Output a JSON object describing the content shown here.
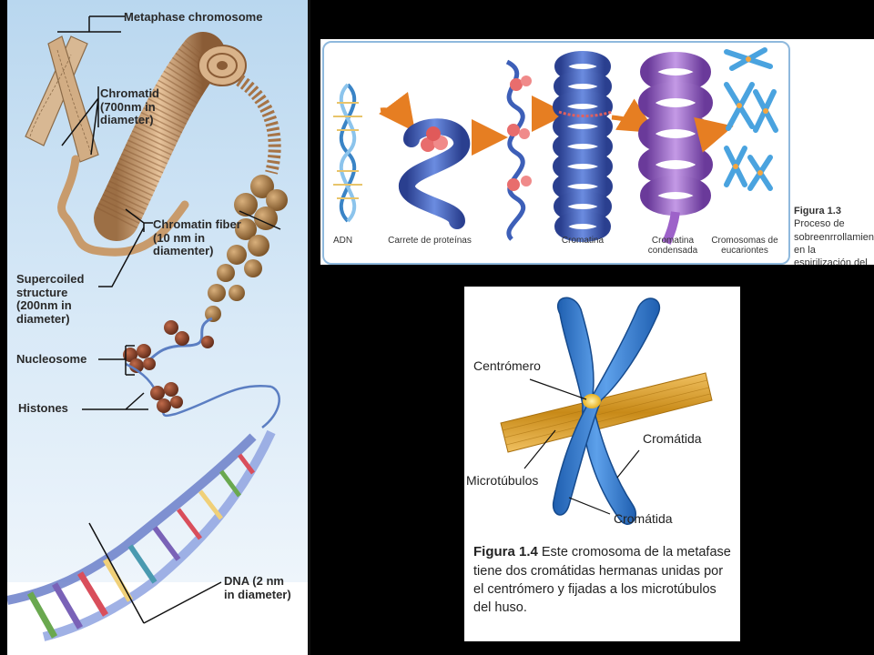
{
  "left_figure": {
    "labels": {
      "metaphase_chromosome": "Metaphase chromosome",
      "chromatid": "Chromatid (700nm in diameter)",
      "chromatin_fiber": "Chromatin fiber (10 nm in diamenter)",
      "supercoiled_structure": "Supercoiled structure (200nm in diameter)",
      "nucleosome": "Nucleosome",
      "histones": "Histones",
      "dna": "DNA (2 nm in diameter)"
    },
    "colors": {
      "background": "#c9e1f4",
      "chromatin": "#c89b6c",
      "nucleosome": "#8b4a2b"
    }
  },
  "figure_1_3": {
    "labels": {
      "adn": "ADN",
      "carrete": "Carrete de proteínas",
      "cromatina": "Cromatina",
      "cromatina_condensada": "Cromatina condensada",
      "cromosomas": "Cromosomas de eucariontes"
    },
    "caption_label": "Figura 1.3",
    "caption_text": "Proceso de sobreenrrollamiento en la espirilización del ADN.",
    "colors": {
      "frame": "#8fb9dd",
      "blue": "#3d5fb8",
      "purple": "#9d62c9",
      "arrow": "#e67e22"
    }
  },
  "figure_1_4": {
    "labels": {
      "centromero": "Centrómero",
      "cromatida_right": "Cromátida",
      "microtubulos": "Microtúbulos",
      "cromatida_bottom": "Cromátida"
    },
    "caption_label": "Figura 1.4",
    "caption_text": "Este cromosoma de la metafase tiene dos cromátidas hermanas unidas por el centrómero y fijadas a los microtúbulos del huso.",
    "colors": {
      "chromosome": "#3a7fd0",
      "microtubule": "#d89a22",
      "centromere": "#f6d23c"
    }
  }
}
